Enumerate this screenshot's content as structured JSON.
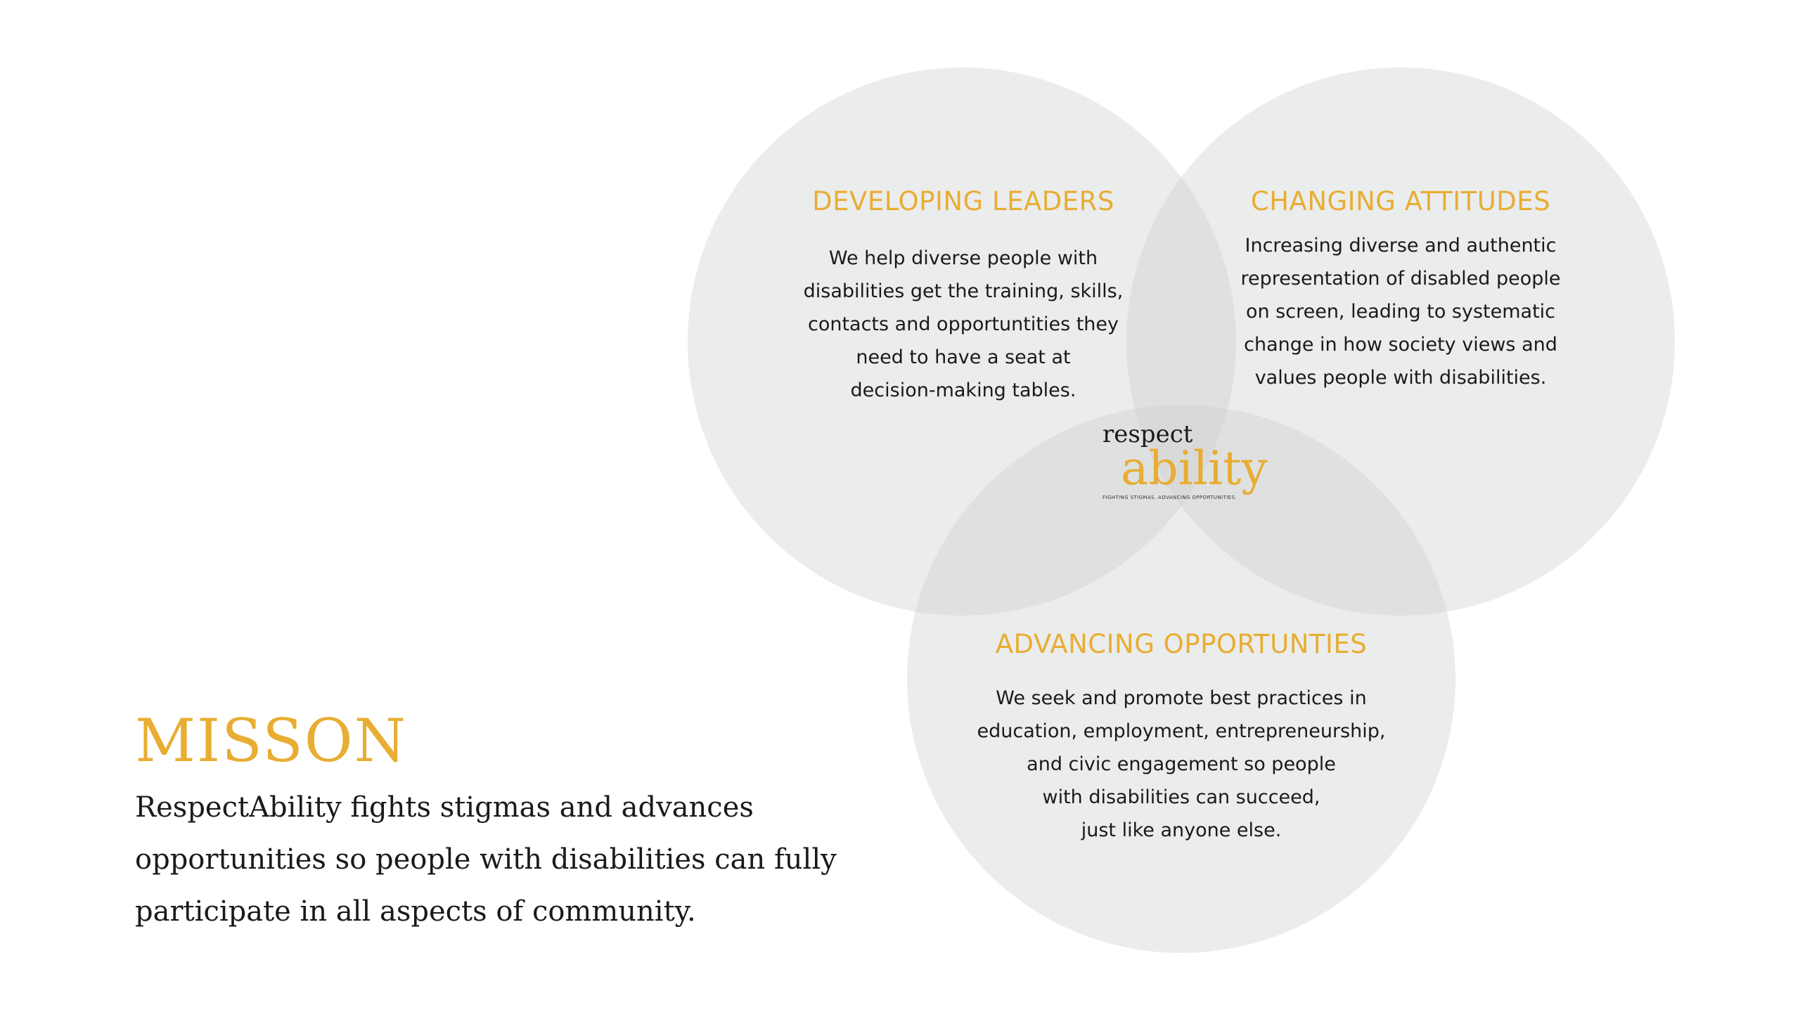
{
  "colors": {
    "accent": "#e8ad32",
    "text": "#1a1a1a",
    "circle_fill": "#d0d2d2"
  },
  "pillars": [
    {
      "heading": "DEVELOPING LEADERS",
      "body_lines": [
        "We help diverse people with",
        "disabilities get the training, skills,",
        "contacts and opportuntities they",
        "need to have a seat at",
        "decision-making tables."
      ]
    },
    {
      "heading": "CHANGING ATTITUDES",
      "body_lines": [
        "Increasing diverse and authentic",
        "representation of disabled people",
        "on screen, leading to systematic",
        "change in how society views and",
        "values people with disabilities."
      ]
    },
    {
      "heading": "ADVANCING OPPORTUNTIES",
      "body_lines": [
        "We seek and promote best practices in",
        "education, employment, entrepreneurship,",
        "and civic engagement so people",
        "with disabilities can succeed,",
        "just like anyone else."
      ]
    }
  ],
  "logo": {
    "top_word": "respect",
    "bottom_word": "ability",
    "tagline": "FIGHTING STIGMAS. ADVANCING OPPORTUNITIES."
  },
  "mission": {
    "title": "MISSON",
    "lines": [
      "RespectAbility fights stigmas and advances",
      "opportunities so people with disabilities can fully",
      "participate in all aspects of community."
    ]
  }
}
